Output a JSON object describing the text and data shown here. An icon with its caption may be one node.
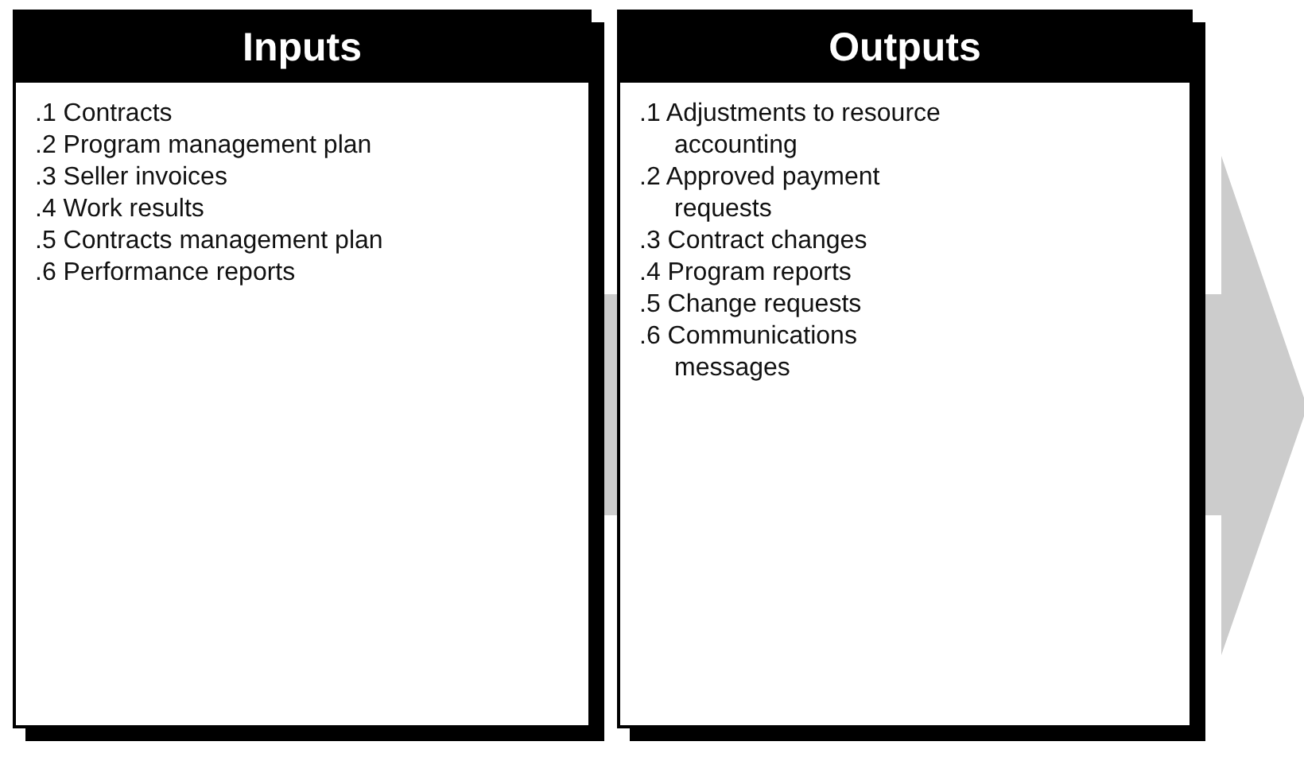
{
  "diagram": {
    "nodes": [
      {
        "text": [
          "Inputs",
          ".1 Contracts",
          ".2 Program management plan",
          ".3 Seller invoices",
          ".4 Work results",
          ".5 Contracts management plan",
          ".6 Performance reports"
        ]
      },
      {
        "text": [
          "Outputs",
          ".1 Adjustments to resource accounting",
          ".2 Approved payment requests",
          ".3 Contract changes",
          ".4 Program reports",
          ".5 Change requests",
          ".6 Communications messages"
        ]
      }
    ]
  }
}
